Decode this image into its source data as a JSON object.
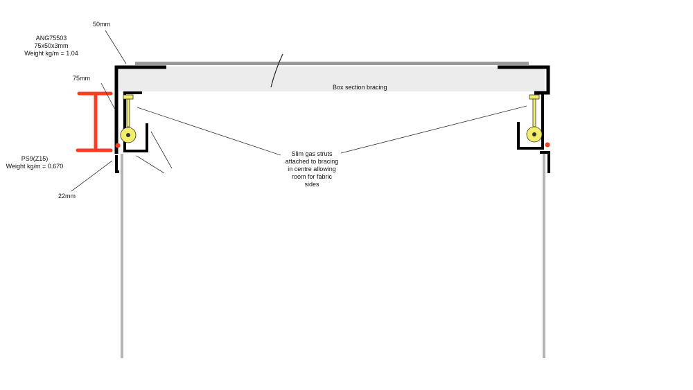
{
  "labels": {
    "dim_50": "50mm",
    "angle_code": "ANG75503",
    "angle_size": "75x50x3mm",
    "angle_weight": "Weight kg/m = 1.04",
    "dim_75": "75mm",
    "purlin_code": "PS9(Z15)",
    "purlin_weight": "Weight kg/m = 0.670",
    "dim_22": "22mm",
    "bracing": "Box section bracing",
    "struts_note": [
      "Slim gas struts",
      "attached to  bracing",
      "in centre allowing",
      "room for fabric",
      "sides"
    ]
  },
  "colors": {
    "steel": "#000000",
    "bracing_fill": "#ececec",
    "top_plate": "#9a9a9a",
    "post": "#b5b5b5",
    "strut": "#f2ee6a",
    "dimension_marker": "#ff3b1f"
  }
}
